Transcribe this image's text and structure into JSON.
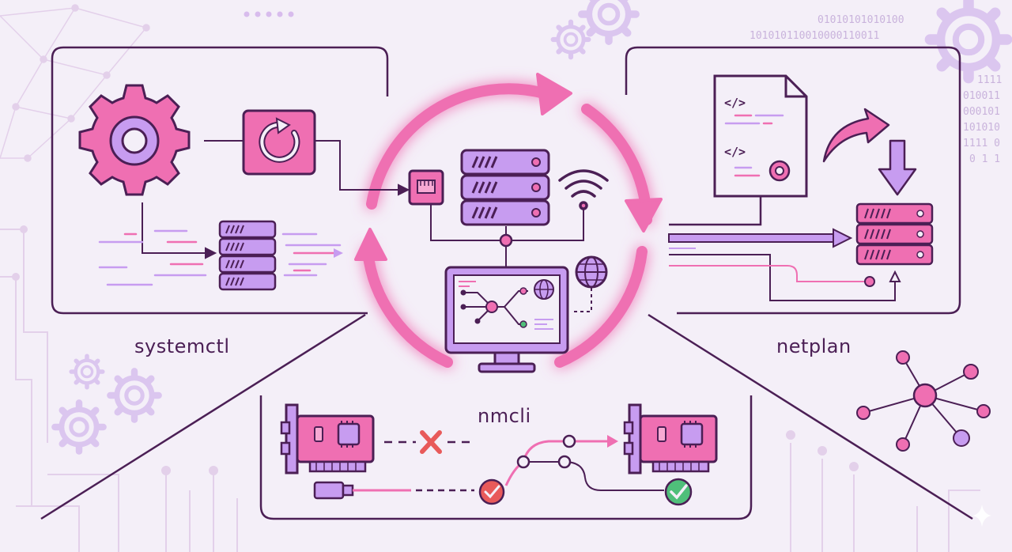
{
  "labels": {
    "systemctl": "systemctl",
    "netplan": "netplan",
    "nmcli": "nmcli"
  },
  "binary_lines": [
    "01010101010100",
    "101010110010000110011"
  ],
  "binary_right": [
    "1111",
    "010011",
    "000101",
    "101010",
    "1111 0",
    "0 1 1"
  ],
  "code_tags": [
    "</>",
    "</>"
  ],
  "colors": {
    "background": "#f4eff8",
    "outline": "#4b1f55",
    "pink": "#ef6fb2",
    "pink_light": "#f7a9d3",
    "purple": "#b98ae6",
    "purple_light": "#d7bff3",
    "red": "#e85a5a",
    "green": "#4fbf7a"
  },
  "icons": [
    "gear-icon",
    "restart-icon",
    "server-rack-icon",
    "ethernet-port-icon",
    "wifi-icon",
    "globe-icon",
    "monitor-icon",
    "code-document-icon",
    "network-card-icon",
    "usb-cable-icon",
    "error-x-icon",
    "success-check-icon",
    "network-graph-icon"
  ]
}
